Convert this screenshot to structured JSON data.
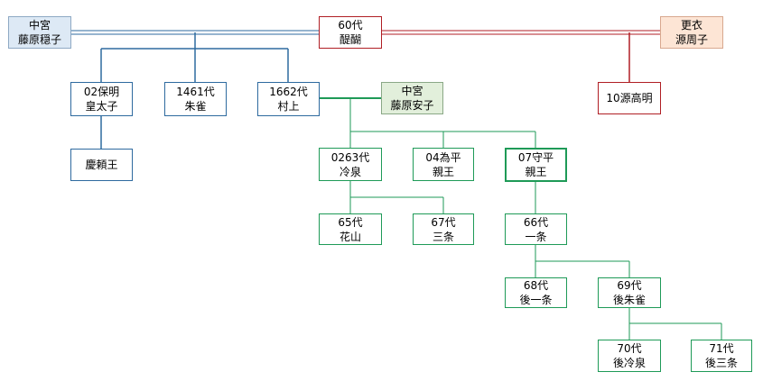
{
  "nodes": {
    "fujiwara_onshi": {
      "l1": "中宮",
      "l2": "藤原穏子"
    },
    "daigo": {
      "l1": "60代",
      "l2": "醍醐"
    },
    "minamoto_shushi": {
      "l1": "更衣",
      "l2": "源周子"
    },
    "yasuakira": {
      "l1": "02保明",
      "l2": "皇太子"
    },
    "suzaku": {
      "l1": "1461代",
      "l2": "朱雀"
    },
    "murakami": {
      "l1": "1662代",
      "l2": "村上"
    },
    "fujiwara_anshi": {
      "l1": "中宮",
      "l2": "藤原安子"
    },
    "takaakira": {
      "l1": "10源高明"
    },
    "yoshiyori": {
      "l1": "慶頼王"
    },
    "reizei": {
      "l1": "0263代",
      "l2": "冷泉"
    },
    "tamehira": {
      "l1": "04為平",
      "l2": "親王"
    },
    "morihira": {
      "l1": "07守平",
      "l2": "親王"
    },
    "kazan": {
      "l1": "65代",
      "l2": "花山"
    },
    "sanjo": {
      "l1": "67代",
      "l2": "三条"
    },
    "ichijo": {
      "l1": "66代",
      "l2": "一条"
    },
    "go_ichijo": {
      "l1": "68代",
      "l2": "後一条"
    },
    "go_suzaku": {
      "l1": "69代",
      "l2": "後朱雀"
    },
    "go_reizei": {
      "l1": "70代",
      "l2": "後冷泉"
    },
    "go_sanjo": {
      "l1": "71代",
      "l2": "後三条"
    }
  },
  "colors": {
    "blue_line": "#2e6a9f",
    "green_line": "#1e9a57",
    "red_line": "#b01e24",
    "fill_blue": "#dde9f5",
    "fill_green": "#e2efdb",
    "fill_peach": "#fde5d5"
  }
}
